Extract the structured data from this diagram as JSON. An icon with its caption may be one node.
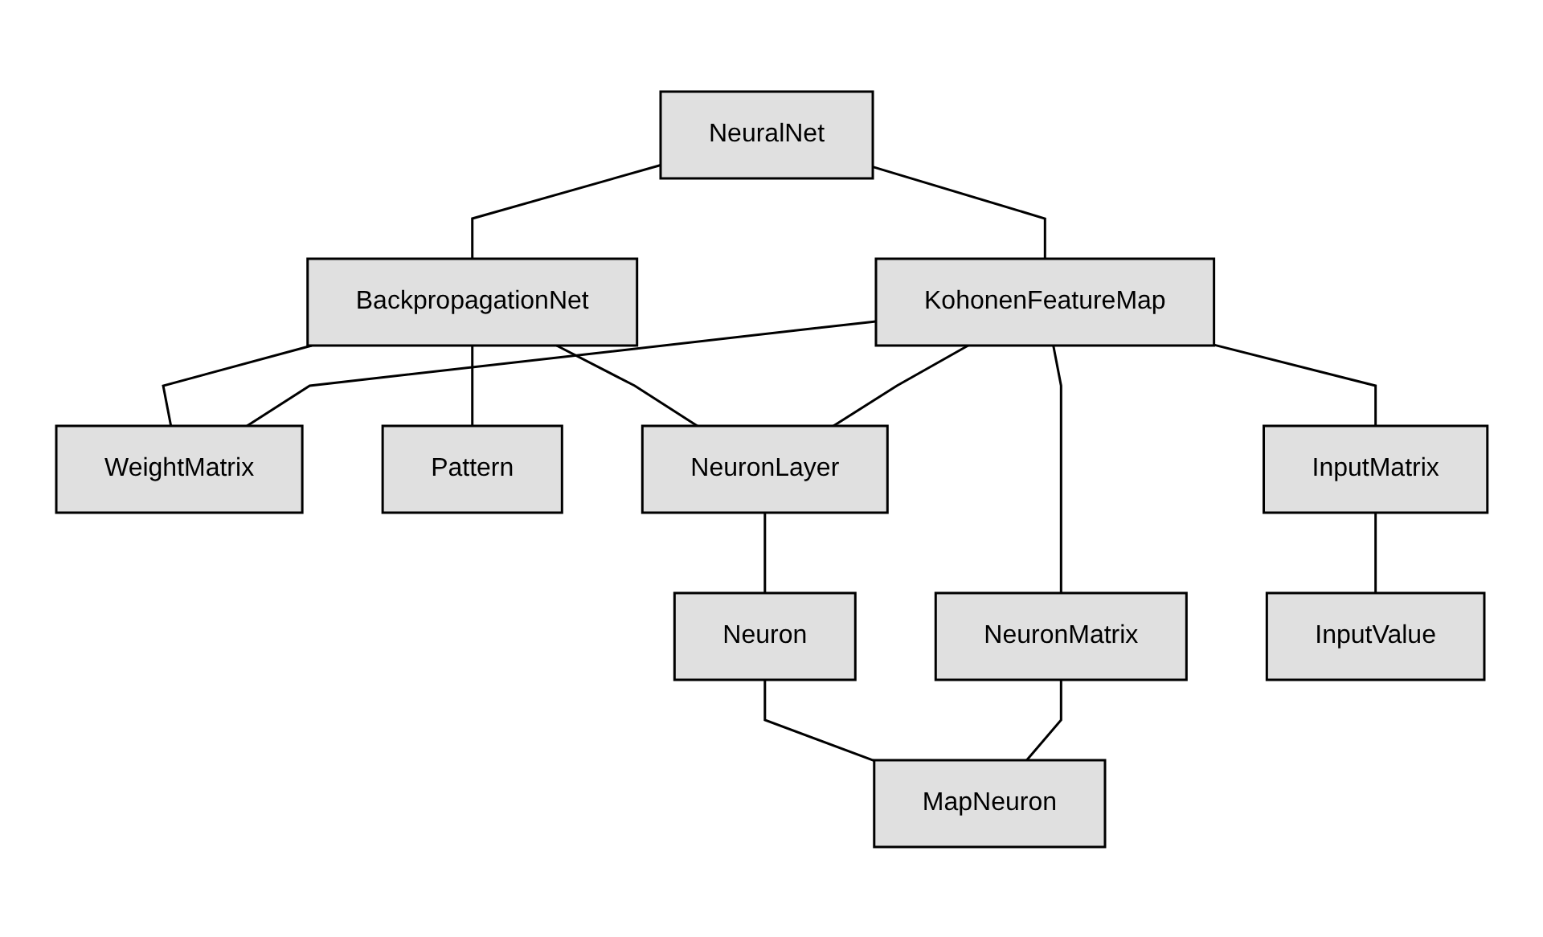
{
  "diagram": {
    "nodes": [
      {
        "text": [
          "NeuralNet"
        ]
      },
      {
        "text": [
          "BackpropagationNet"
        ]
      },
      {
        "text": [
          "KohonenFeatureMap"
        ]
      },
      {
        "text": [
          "WeightMatrix"
        ]
      },
      {
        "text": [
          "Pattern"
        ]
      },
      {
        "text": [
          "NeuronLayer"
        ]
      },
      {
        "text": [
          "NeuronMatrix"
        ]
      },
      {
        "text": [
          "InputMatrix"
        ]
      },
      {
        "text": [
          "Neuron"
        ]
      },
      {
        "text": [
          "MapNeuron"
        ]
      },
      {
        "text": [
          "InputValue"
        ]
      }
    ],
    "edges": [
      {
        "from": 0,
        "to": 1,
        "arrow": "none"
      },
      {
        "from": 0,
        "to": 2,
        "arrow": "none"
      },
      {
        "from": 1,
        "to": 3,
        "arrow": "none"
      },
      {
        "from": 2,
        "to": 3,
        "arrow": "none"
      },
      {
        "from": 1,
        "to": 4,
        "arrow": "none"
      },
      {
        "from": 1,
        "to": 5,
        "arrow": "none"
      },
      {
        "from": 2,
        "to": 5,
        "arrow": "none"
      },
      {
        "from": 2,
        "to": 6,
        "arrow": "none"
      },
      {
        "from": 2,
        "to": 7,
        "arrow": "none"
      },
      {
        "from": 5,
        "to": 8,
        "arrow": "none"
      },
      {
        "from": 8,
        "to": 9,
        "arrow": "none"
      },
      {
        "from": 6,
        "to": 9,
        "arrow": "none"
      },
      {
        "from": 7,
        "to": 10,
        "arrow": "none"
      }
    ]
  }
}
